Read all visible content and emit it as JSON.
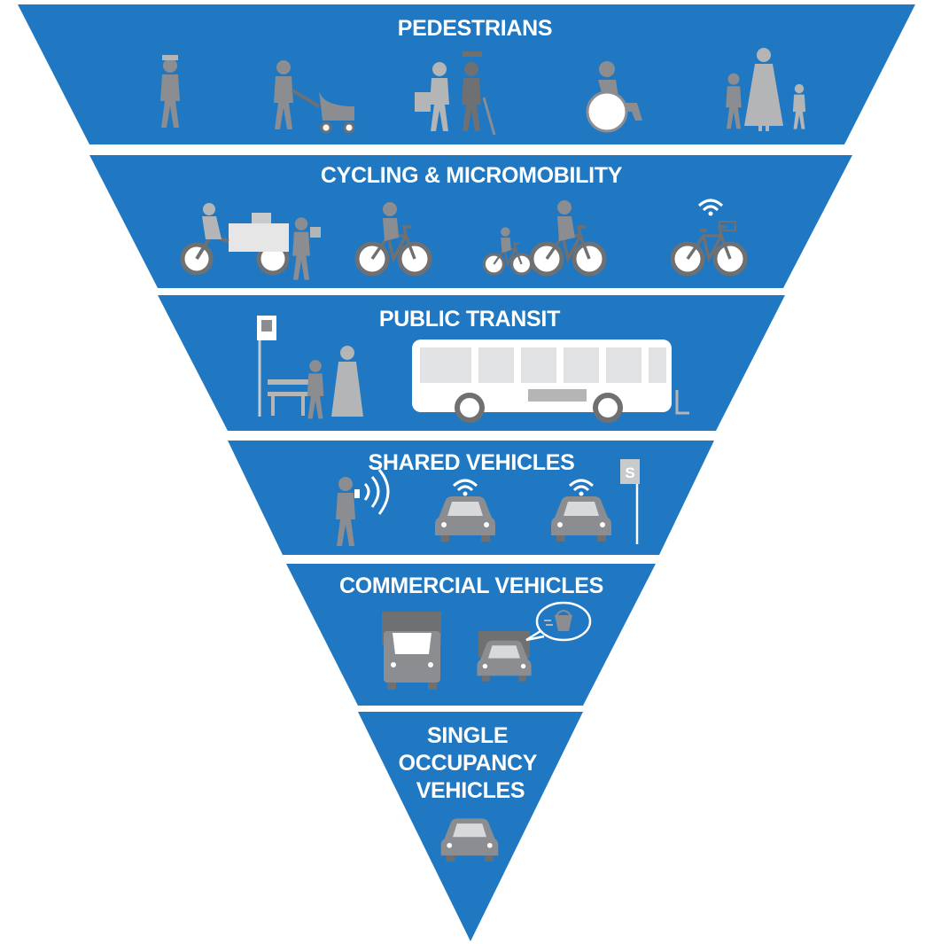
{
  "diagram": {
    "colors": {
      "tier_fill": "#1f78c1",
      "icon_dark": "#6f7072",
      "icon_mid": "#8c8d90",
      "icon_light": "#b4b5b7",
      "text": "#ffffff"
    },
    "tiers": [
      {
        "id": "pedestrians",
        "title_lines": [
          "PEDESTRIANS"
        ],
        "icons": [
          "walking-person-icon",
          "person-with-stroller-icon",
          "elderly-couple-icon",
          "wheelchair-user-icon",
          "family-walking-icon"
        ]
      },
      {
        "id": "cycling",
        "title_lines": [
          "CYCLING & MICROMOBILITY"
        ],
        "icons": [
          "cargo-bike-icon",
          "cyclist-icon",
          "parent-child-cycling-icon",
          "shared-bike-icon"
        ]
      },
      {
        "id": "transit",
        "title_lines": [
          "PUBLIC TRANSIT"
        ],
        "icons": [
          "bus-stop-sign-icon",
          "bench-icon",
          "passengers-icon",
          "bus-icon"
        ]
      },
      {
        "id": "shared",
        "title_lines": [
          "SHARED VEHICLES"
        ],
        "icons": [
          "person-with-phone-icon",
          "shared-car-icon",
          "shared-car-icon",
          "shared-parking-sign-icon"
        ],
        "sign_label": "S"
      },
      {
        "id": "commercial",
        "title_lines": [
          "COMMERCIAL VEHICLES"
        ],
        "icons": [
          "truck-icon",
          "delivery-van-icon",
          "delivery-bubble-icon"
        ]
      },
      {
        "id": "single",
        "title_lines": [
          "SINGLE",
          "OCCUPANCY",
          "VEHICLES"
        ],
        "icons": [
          "car-icon"
        ]
      }
    ]
  }
}
